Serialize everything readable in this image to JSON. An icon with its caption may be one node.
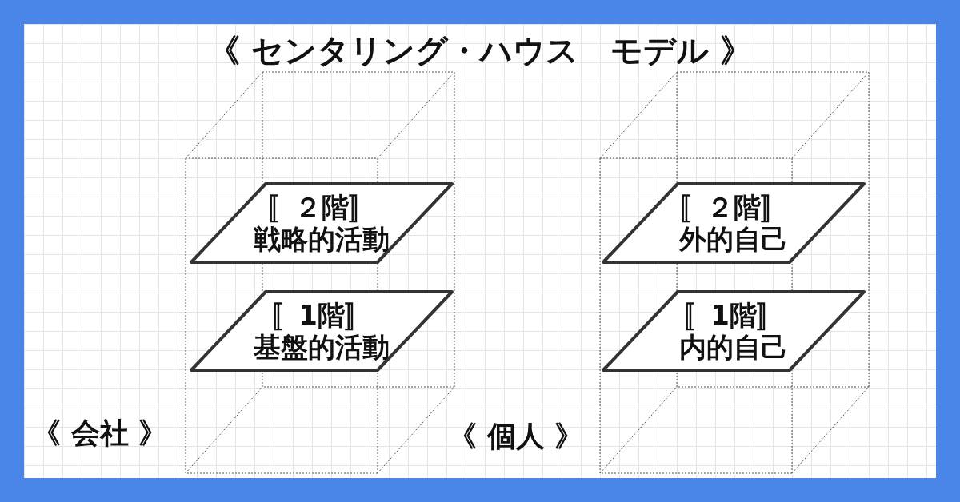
{
  "diagram": {
    "title": "《 センタリング・ハウス　モデル 》",
    "nodes": [
      {
        "text": [
          "〚２階〛",
          "戦略的活動"
        ]
      },
      {
        "text": [
          "〚1階〛",
          "基盤的活動"
        ]
      },
      {
        "text": [
          "〚２階〛",
          "外的自己"
        ]
      },
      {
        "text": [
          "〚1階〛",
          "内的自己"
        ]
      }
    ],
    "edges": [],
    "labels": [
      "《 会社 》",
      "《 個人 》"
    ]
  }
}
